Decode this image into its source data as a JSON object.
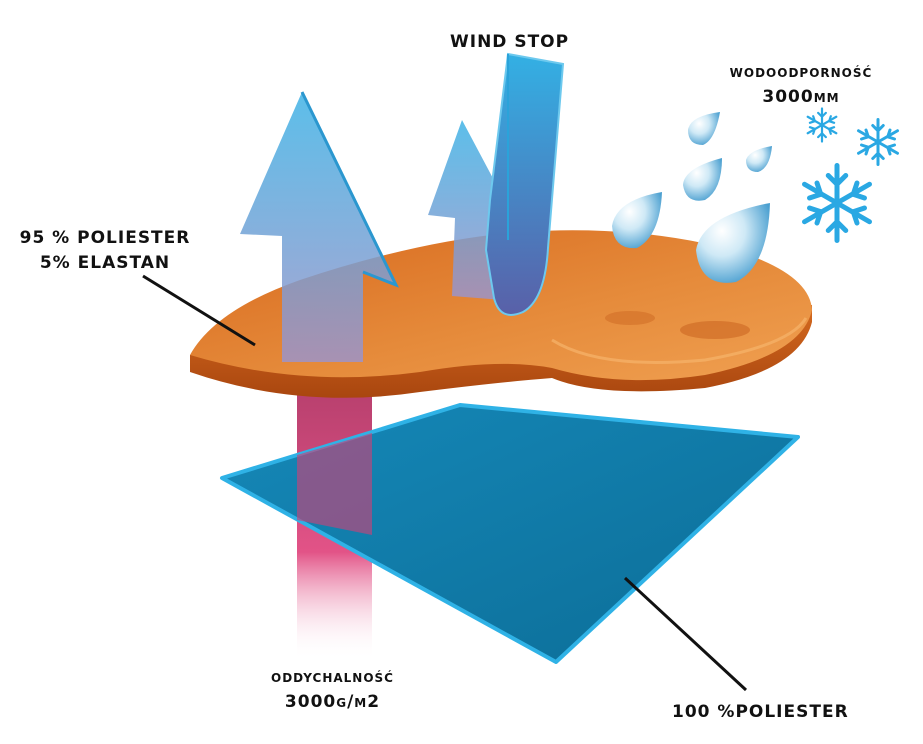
{
  "labels": {
    "wind_stop": "WIND STOP",
    "waterproof_title": "wodoodporność",
    "waterproof_value": "3000mm",
    "outer_line1": "95 % POLIESTER",
    "outer_line2": "5% ELASTAN",
    "breath_title": "oddychalność",
    "breath_value": "3000g/m2",
    "inner": "100 %POLIESTER"
  },
  "colors": {
    "outer_fabric": "#e0782a",
    "inner_fabric": "#117aa4",
    "arrow_blue": "#47b7e6",
    "arrow_pink": "#d9457a",
    "snowflake": "#29a9e4"
  },
  "icons": [
    "arrow-up-icon",
    "wind-stop-arrow-icon",
    "water-drop-icon",
    "snowflake-icon"
  ]
}
